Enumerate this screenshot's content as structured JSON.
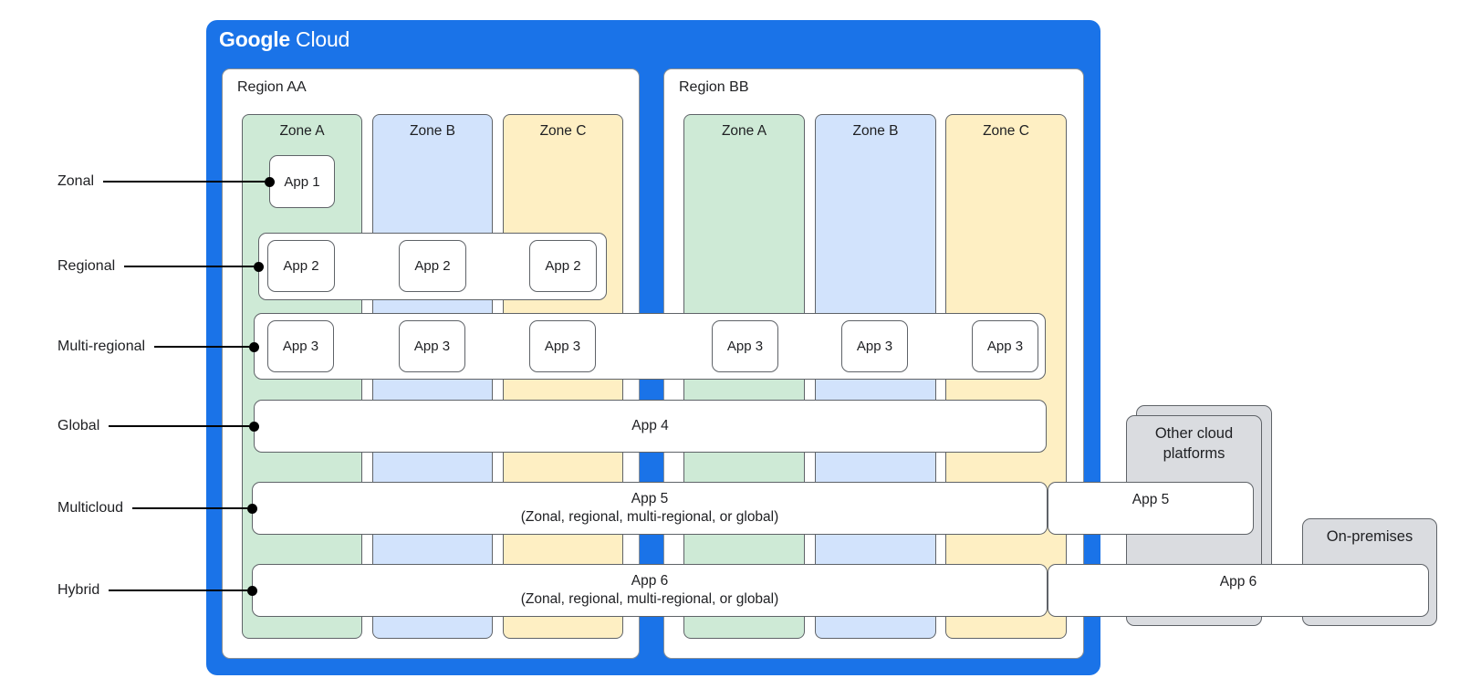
{
  "brand": {
    "bold": "Google",
    "regular": "Cloud"
  },
  "archetype_labels": [
    "Zonal",
    "Regional",
    "Multi-regional",
    "Global",
    "Multicloud",
    "Hybrid"
  ],
  "regions": [
    {
      "title": "Region AA",
      "zones": [
        "Zone A",
        "Zone B",
        "Zone C"
      ]
    },
    {
      "title": "Region BB",
      "zones": [
        "Zone A",
        "Zone B",
        "Zone C"
      ]
    }
  ],
  "rows": {
    "zonal": {
      "app": "App 1"
    },
    "regional": {
      "apps": [
        "App 2",
        "App 2",
        "App 2"
      ]
    },
    "multi_regional": {
      "apps": [
        "App 3",
        "App 3",
        "App 3",
        "App 3",
        "App 3",
        "App 3"
      ]
    },
    "global": {
      "app": "App 4"
    },
    "multicloud": {
      "app_line1": "App 5",
      "app_line2": "(Zonal, regional, multi-regional, or global)",
      "external_app": "App 5"
    },
    "hybrid": {
      "app_line1": "App 6",
      "app_line2": "(Zonal, regional, multi-regional, or global)",
      "external_app": "App 6"
    }
  },
  "external": {
    "other_cloud_line1": "Other cloud",
    "other_cloud_line2": "platforms",
    "on_premises": "On-premises"
  },
  "colors": {
    "google_blue": "#1a73e8",
    "zone_green": "#ceead6",
    "zone_blue": "#d2e3fc",
    "zone_yellow": "#feefc3",
    "external_grey": "#dadce0",
    "box_border": "#5f6368",
    "text": "#202124"
  }
}
